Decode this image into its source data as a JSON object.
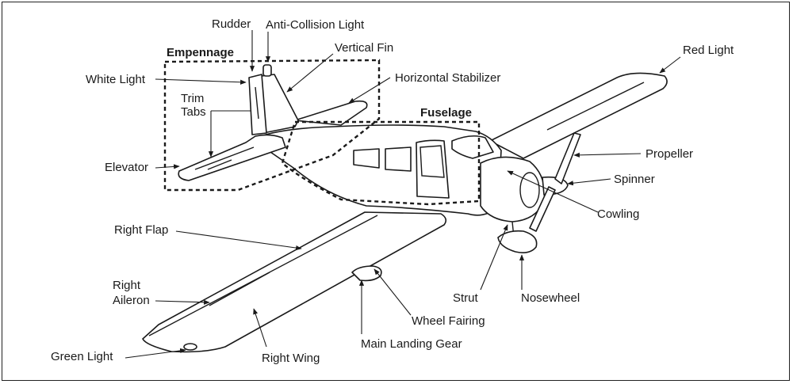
{
  "groups": {
    "empennage": "Empennage",
    "fuselage": "Fuselage"
  },
  "labels": {
    "rudder": "Rudder",
    "anti_collision_light": "Anti-Collision Light",
    "vertical_fin": "Vertical Fin",
    "white_light": "White Light",
    "horizontal_stabilizer": "Horizontal Stabilizer",
    "trim_tabs_line1": "Trim",
    "trim_tabs_line2": "Tabs",
    "elevator": "Elevator",
    "red_light": "Red Light",
    "propeller": "Propeller",
    "spinner": "Spinner",
    "cowling": "Cowling",
    "right_flap": "Right Flap",
    "right_aileron_line1": "Right",
    "right_aileron_line2": "Aileron",
    "strut": "Strut",
    "nosewheel": "Nosewheel",
    "wheel_fairing": "Wheel Fairing",
    "main_landing_gear": "Main Landing Gear",
    "green_light": "Green Light",
    "right_wing": "Right Wing"
  }
}
